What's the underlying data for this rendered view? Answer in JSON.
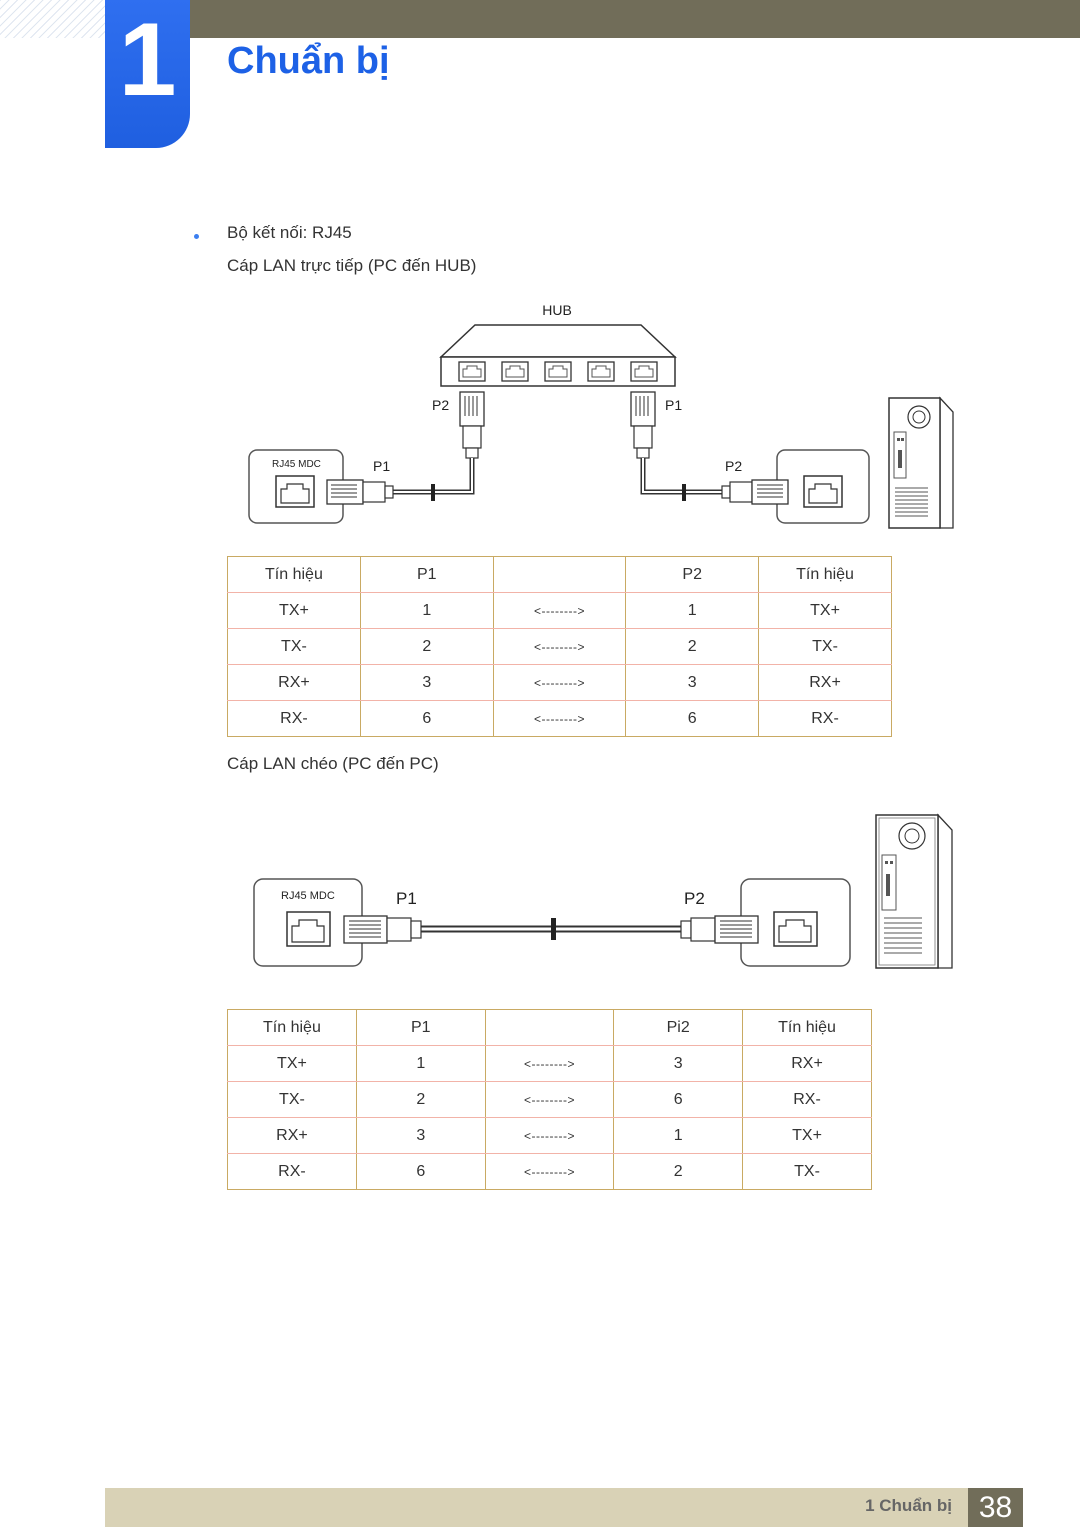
{
  "chapter": {
    "number": "1",
    "title": "Chuẩn bị"
  },
  "content": {
    "connector_line": "Bộ kết nối: RJ45",
    "direct_caption": "Cáp LAN trực tiếp (PC đến HUB)",
    "crossover_caption": "Cáp LAN chéo (PC đến PC)"
  },
  "diagram1": {
    "hub_label": "HUB",
    "left_port_label": "P2",
    "right_port_label": "P1",
    "device_label": "RJ45 MDC",
    "left_cable_label": "P1",
    "right_cable_label": "P2"
  },
  "diagram2": {
    "device_label": "RJ45 MDC",
    "left_cable_label": "P1",
    "right_cable_label": "P2"
  },
  "table1": {
    "header": [
      "Tín hiệu",
      "P1",
      "",
      "P2",
      "Tín hiệu"
    ],
    "rows": [
      [
        "TX+",
        "1",
        "<-------->",
        "1",
        "TX+"
      ],
      [
        "TX-",
        "2",
        "<-------->",
        "2",
        "TX-"
      ],
      [
        "RX+",
        "3",
        "<-------->",
        "3",
        "RX+"
      ],
      [
        "RX-",
        "6",
        "<-------->",
        "6",
        "RX-"
      ]
    ]
  },
  "table2": {
    "header": [
      "Tín hiệu",
      "P1",
      "",
      "Pi2",
      "Tín hiệu"
    ],
    "rows": [
      [
        "TX+",
        "1",
        "<-------->",
        "3",
        "RX+"
      ],
      [
        "TX-",
        "2",
        "<-------->",
        "6",
        "RX-"
      ],
      [
        "RX+",
        "3",
        "<-------->",
        "1",
        "TX+"
      ],
      [
        "RX-",
        "6",
        "<-------->",
        "2",
        "TX-"
      ]
    ]
  },
  "footer": {
    "label": "1 Chuẩn bị",
    "page": "38"
  },
  "colors": {
    "accent": "#1d61e6",
    "bar": "#716d59",
    "footer": "#d9d2b6",
    "table_border": "#c9aa63"
  }
}
